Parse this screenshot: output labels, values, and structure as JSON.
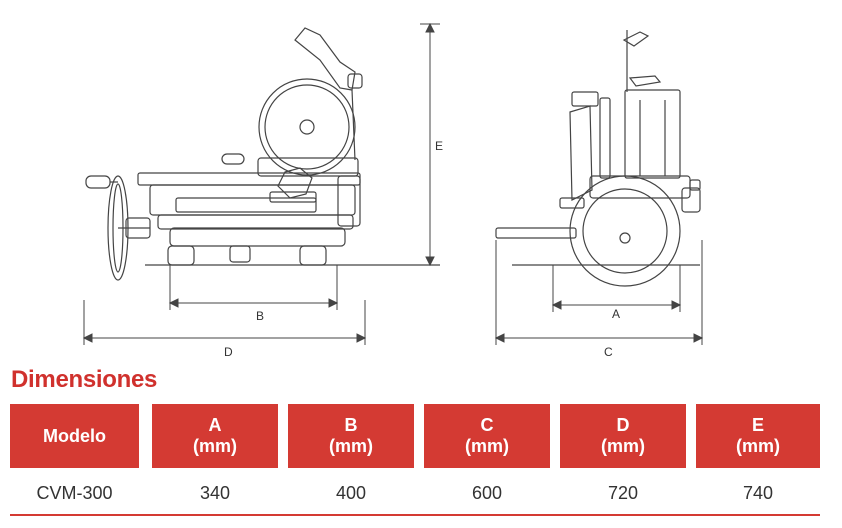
{
  "drawing": {
    "labels": {
      "a": "A",
      "b": "B",
      "c": "C",
      "d": "D",
      "e": "E"
    }
  },
  "section_title": "Dimensiones",
  "table": {
    "headers": [
      {
        "line1": "Modelo",
        "line2": ""
      },
      {
        "line1": "A",
        "line2": "(mm)"
      },
      {
        "line1": "B",
        "line2": "(mm)"
      },
      {
        "line1": "C",
        "line2": "(mm)"
      },
      {
        "line1": "D",
        "line2": "(mm)"
      },
      {
        "line1": "E",
        "line2": "(mm)"
      }
    ],
    "rows": [
      [
        "CVM-300",
        "340",
        "400",
        "600",
        "720",
        "740"
      ]
    ]
  },
  "colors": {
    "accent": "#d43a33",
    "heading": "#d0312d",
    "line": "#333333"
  }
}
